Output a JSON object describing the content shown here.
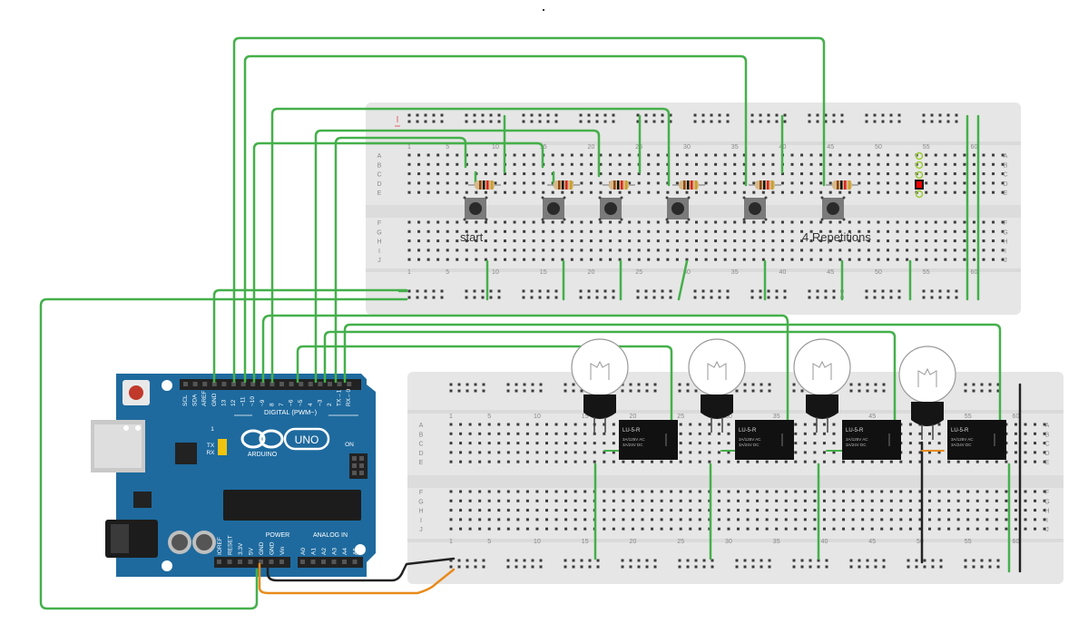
{
  "colors": {
    "wire_green": "#44b04a",
    "wire_black": "#222222",
    "wire_orange": "#e88a1a",
    "breadboard": "#e6e6e6",
    "board_blue": "#1e6a9e",
    "relay": "#111111"
  },
  "labels": {
    "start": "start",
    "repetitions": "4 Repetitions"
  },
  "breadboard_top": {
    "columns_labels": [
      "1",
      "5",
      "10",
      "15",
      "20",
      "25",
      "30",
      "35",
      "40",
      "45",
      "50",
      "55",
      "60"
    ],
    "row_labels": [
      "A",
      "B",
      "C",
      "D",
      "E",
      "F",
      "G",
      "H",
      "I",
      "J"
    ]
  },
  "breadboard_bottom": {
    "columns_labels": [
      "1",
      "5",
      "10",
      "15",
      "20",
      "25",
      "30",
      "35",
      "40",
      "45",
      "50",
      "55",
      "60"
    ],
    "row_labels": [
      "A",
      "B",
      "C",
      "D",
      "E",
      "F",
      "G",
      "H",
      "I",
      "J"
    ]
  },
  "arduino": {
    "brand": "ARDUINO",
    "model": "UNO",
    "digital_label": "DIGITAL (PWM~)",
    "power_label": "POWER",
    "analog_label": "ANALOG IN",
    "on_label": "ON",
    "tx_label": "TX",
    "rx_label": "RX",
    "l_label": "1",
    "digital_pins": [
      "SCL",
      "SDA",
      "AREF",
      "GND",
      "13",
      "12",
      "~11",
      "~10",
      "~9",
      "8",
      "7",
      "~6",
      "~5",
      "4",
      "~3",
      "2",
      "TX→1",
      "RX←0"
    ],
    "power_pins": [
      "IOREF",
      "RESET",
      "3.3V",
      "5V",
      "GND",
      "GND",
      "Vin"
    ],
    "analog_pins": [
      "A0",
      "A1",
      "A2",
      "A3",
      "A4",
      "A5"
    ]
  },
  "relays": [
    {
      "model": "LU-5-R",
      "line1": "3A/125V AC",
      "line2": "3A/24V DC"
    },
    {
      "model": "LU-5-R",
      "line1": "3A/125V AC",
      "line2": "3A/24V DC"
    },
    {
      "model": "LU-5-R",
      "line1": "3A/125V AC",
      "line2": "3A/24V DC"
    },
    {
      "model": "LU-5-R",
      "line1": "3A/125V AC",
      "line2": "3A/24V DC"
    }
  ],
  "buttons_count": 6,
  "lamps_count": 4
}
